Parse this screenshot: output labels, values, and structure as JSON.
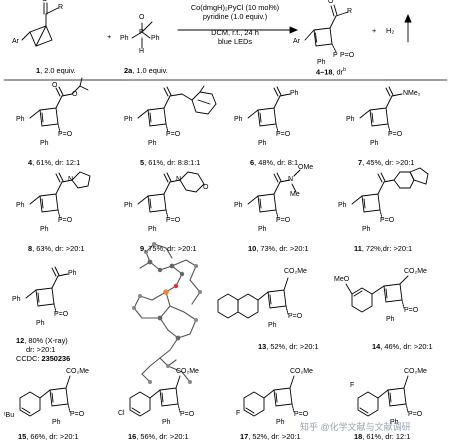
{
  "scheme": {
    "reagent1": {
      "number": "1",
      "equiv": ", 2.0 equiv."
    },
    "reagent2": {
      "number": "2a",
      "equiv": ", 1.0 equiv."
    },
    "plus1": "+",
    "plus2": "+",
    "h2": "H₂",
    "conditions": [
      "Co(dmgH)₂PyCl (10 mol%)",
      "pyridine (1.0 equiv.)",
      "DCM, r.t., 24 h",
      "blue LEDs"
    ],
    "product_range": "4–18",
    "product_suffix": ", dr",
    "dr_note": "b"
  },
  "products": [
    {
      "num": "4",
      "text": ", 61%, dr: 12:1"
    },
    {
      "num": "5",
      "text": ", 61%, dr: 8:8:1:1"
    },
    {
      "num": "6",
      "text": ", 48%, dr: 8:1"
    },
    {
      "num": "7",
      "text": ", 45%, dr: >20:1"
    },
    {
      "num": "8",
      "text": ", 63%, dr: >20:1"
    },
    {
      "num": "9",
      "text": ", 75%, dr: >20:1"
    },
    {
      "num": "10",
      "text": ", 73%, dr: >20:1"
    },
    {
      "num": "11",
      "text": ", 72%,dr: >20:1"
    },
    {
      "num": "12",
      "text": ", 80% (X-ray)",
      "extra": "dr: >20:1",
      "ccdc_label": "CCDC: ",
      "ccdc": "2350236"
    },
    {
      "num": "13",
      "text": ", 52%, dr: >20:1"
    },
    {
      "num": "14",
      "text": ", 46%, dr: >20:1"
    },
    {
      "num": "15",
      "text": ", 66%, dr: >20:1"
    },
    {
      "num": "16",
      "text": ", 56%, dr: >20:1"
    },
    {
      "num": "17",
      "text": ", 52%, dr: >20:1"
    },
    {
      "num": "18",
      "text": ", 61%, dr: 12:1"
    }
  ],
  "atoms": {
    "Ar": "Ar",
    "R": "R",
    "O": "O",
    "P": "P",
    "Ph": "Ph",
    "H": "H",
    "PhPO": "P=O",
    "Ph2": "Ph",
    "iPr_O": "O",
    "OMe": "OMe",
    "NMe2": "NMe₂",
    "N": "N",
    "Me": "Me",
    "CO2Me": "CO₂Me",
    "MeO": "MeO",
    "tBu": "ᵗBu",
    "Cl": "Cl",
    "F": "F",
    "OPh": "Ph"
  },
  "watermark": "知乎 @化学文献与文献调研"
}
